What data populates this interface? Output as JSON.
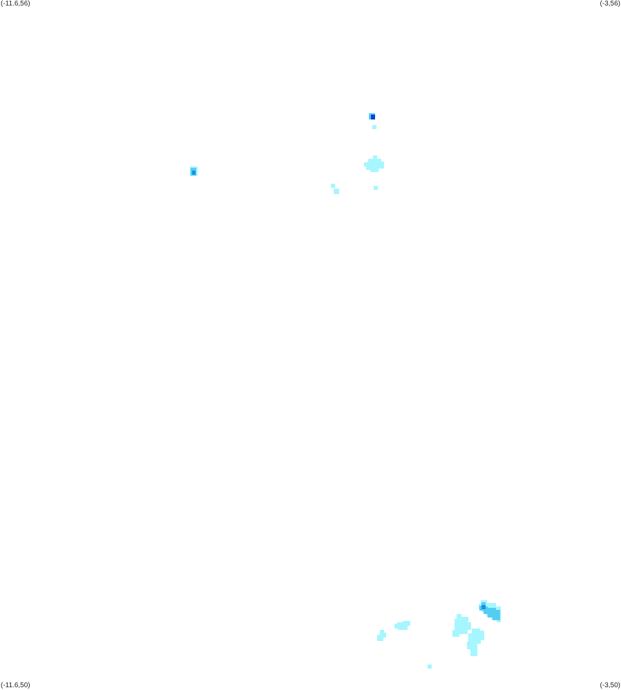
{
  "corners": {
    "top_left": "(-11.6,56)",
    "top_right": "(-3,56)",
    "bottom_left": "(-11.6,50)",
    "bottom_right": "(-3,50)"
  },
  "extent": {
    "lon_min": -11.6,
    "lon_max": -3,
    "lat_min": 50,
    "lat_max": 56
  },
  "colors": {
    "background": "#ffffff",
    "level_low": "#a6f6ff",
    "level_mid": "#55cdf2",
    "level_high": "#1e8fe8",
    "level_top": "#0a44d6"
  }
}
